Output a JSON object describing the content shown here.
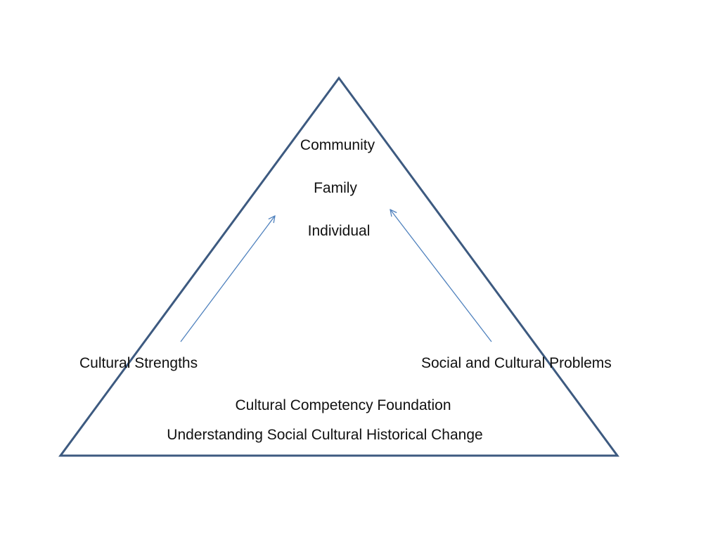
{
  "diagram": {
    "top_levels": [
      "Community",
      "Family",
      "Individual"
    ],
    "left_corner": "Cultural Strengths",
    "right_corner": "Social and Cultural Problems",
    "base_lines": [
      "Cultural Competency Foundation",
      "Understanding Social Cultural Historical Change"
    ]
  },
  "colors": {
    "triangle_stroke": "#3d5a80",
    "arrow_stroke": "#4f81bd",
    "text": "#111111"
  }
}
